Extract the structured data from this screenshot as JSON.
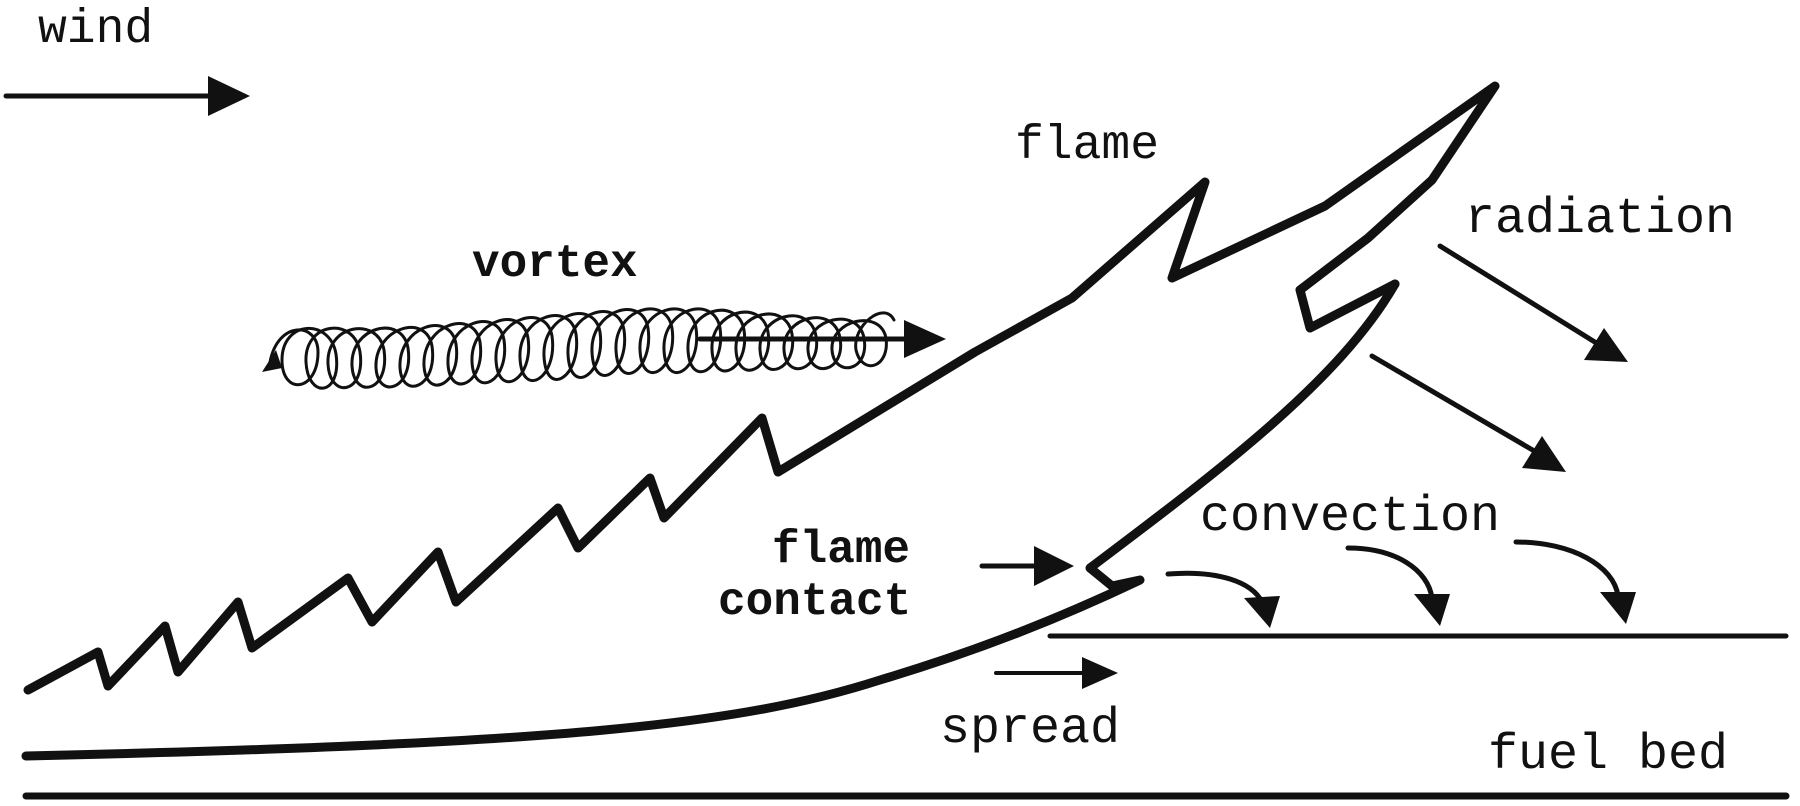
{
  "labels": {
    "wind": "wind",
    "flame": "flame",
    "vortex": "vortex",
    "radiation": "radiation",
    "convection": "convection",
    "flame_contact_line1": "flame",
    "flame_contact_line2": "contact",
    "spread": "spread",
    "fuel_bed": "fuel bed"
  },
  "colors": {
    "ink": "#111111",
    "background": "#ffffff"
  }
}
